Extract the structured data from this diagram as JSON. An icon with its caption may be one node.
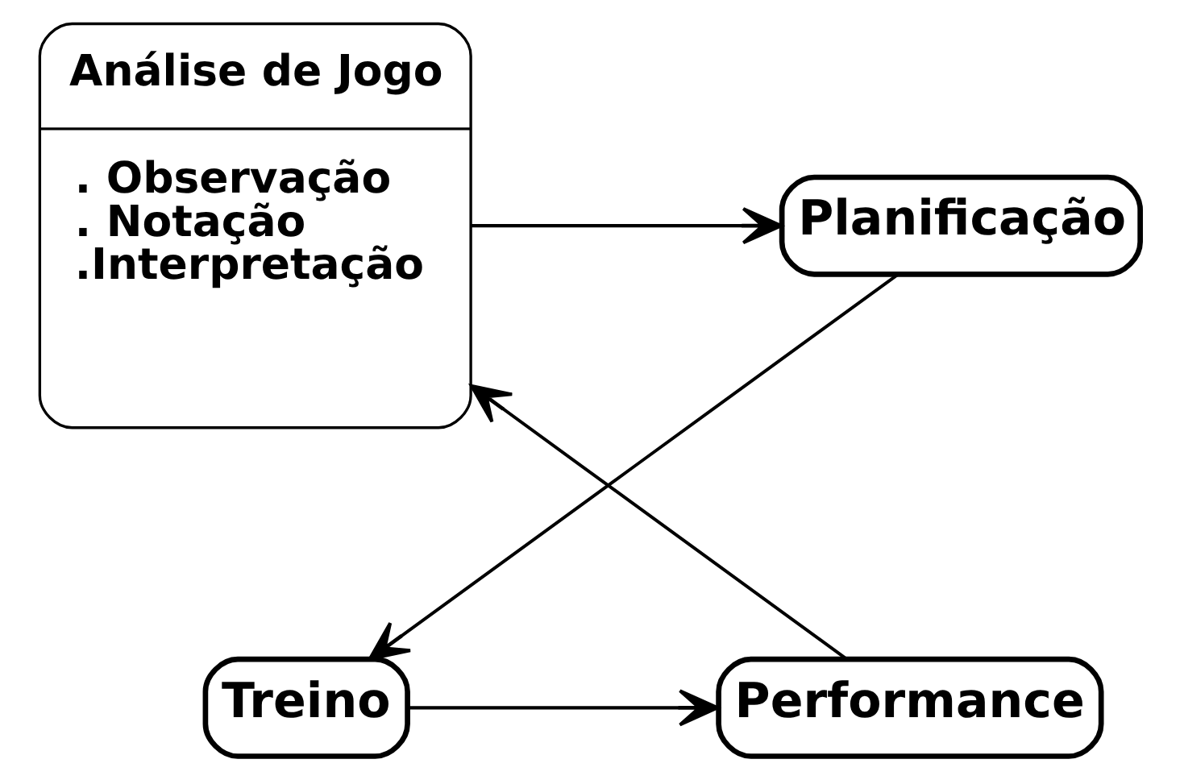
{
  "diagram": {
    "nodes": [
      {
        "text": [
          "Análise de Jogo",
          ". Observação",
          ". Notação",
          ".Interpretação"
        ]
      },
      {
        "text": [
          "Planificação"
        ]
      },
      {
        "text": [
          "Treino"
        ]
      },
      {
        "text": [
          "Performance"
        ]
      }
    ],
    "edges": [
      {
        "from": 0,
        "to": 1,
        "arrow": "to"
      },
      {
        "from": 1,
        "to": 2,
        "arrow": "to"
      },
      {
        "from": 2,
        "to": 3,
        "arrow": "to"
      },
      {
        "from": 3,
        "to": 0,
        "arrow": "to"
      }
    ]
  }
}
